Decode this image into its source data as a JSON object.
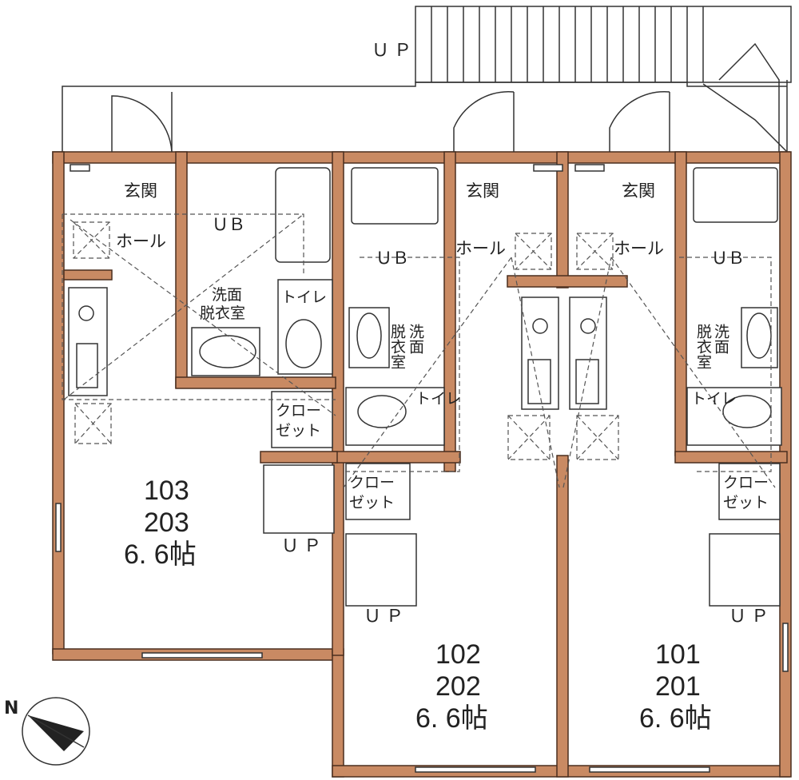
{
  "labels": {
    "entrance": "玄関",
    "hall": "ホール",
    "unit_bath": "ＵＢ",
    "washroom": "洗面\n脱衣室",
    "washroom_a": "洗面",
    "washroom_b": "脱衣室",
    "toilet": "トイレ",
    "closet_a": "クロー",
    "closet_b": "ゼット",
    "up": "ＵＰ",
    "compass_n": "N"
  },
  "units": [
    {
      "lower": "103",
      "upper": "203",
      "size": "6. 6帖"
    },
    {
      "lower": "102",
      "upper": "202",
      "size": "6. 6帖"
    },
    {
      "lower": "101",
      "upper": "201",
      "size": "6. 6帖"
    }
  ],
  "colors": {
    "wall": "#c98a63",
    "line": "#333333"
  }
}
